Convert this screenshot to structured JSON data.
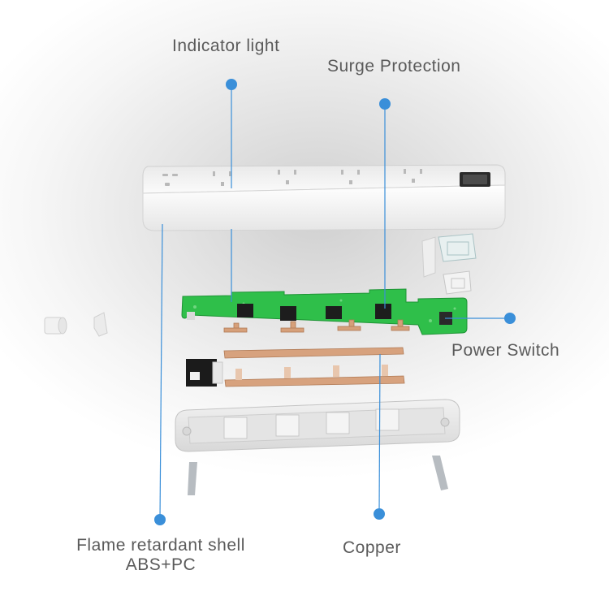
{
  "labels": {
    "indicator_light": "Indicator light",
    "surge_protection": "Surge Protection",
    "power_switch": "Power Switch",
    "flame_shell_line1": "Flame retardant shell",
    "flame_shell_line2": "ABS+PC",
    "copper": "Copper"
  },
  "colors": {
    "callout": "#3a8fd9",
    "pcb": "#2fbf4a",
    "copper": "#d6a07a",
    "housing": "#f4f4f4",
    "label_text": "#5a5a5a"
  },
  "icons": [
    "callout-dot",
    "callout-line"
  ]
}
